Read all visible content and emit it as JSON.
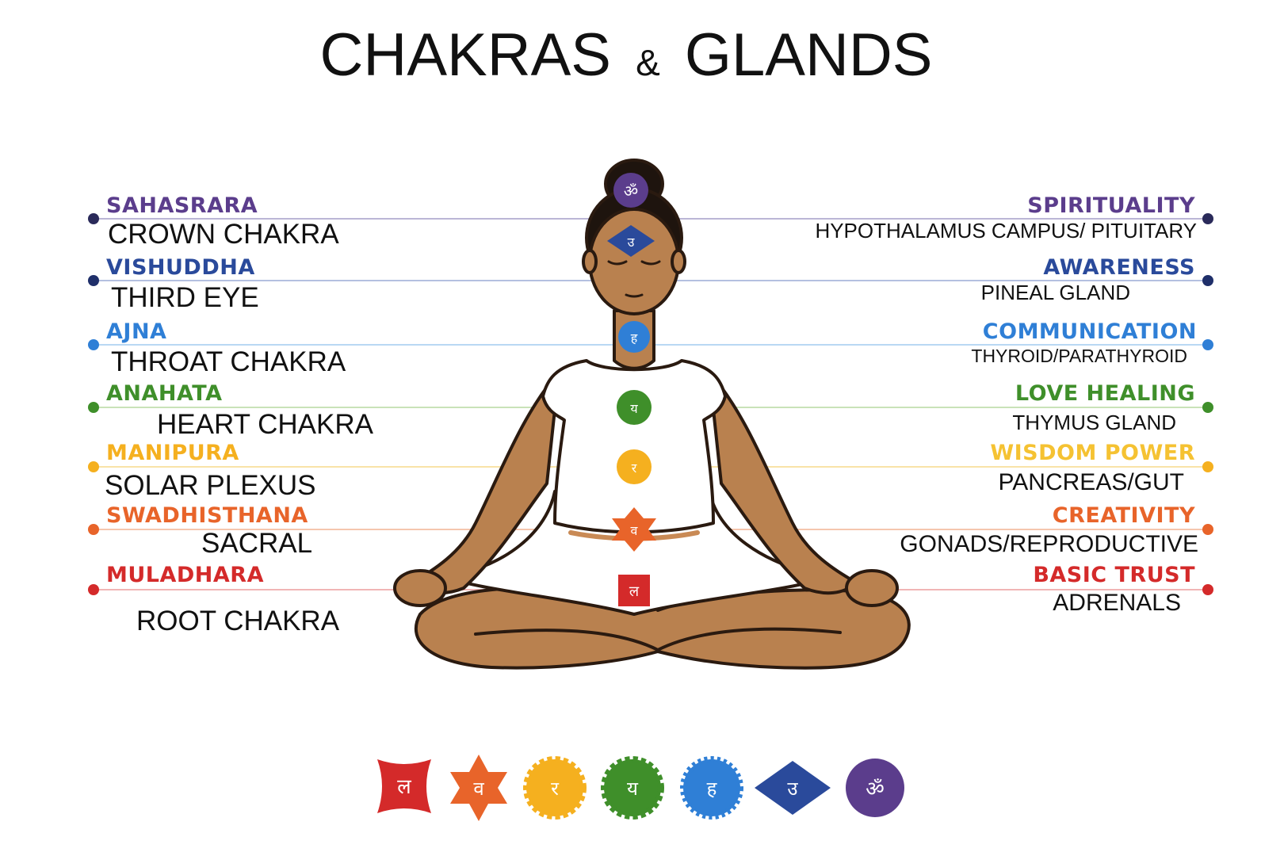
{
  "title": {
    "main_left": "CHAKRAS",
    "amp": "&",
    "main_right": "GLANDS"
  },
  "colors": {
    "crown": "#5b3d8c",
    "third_eye": "#2a4a9b",
    "throat": "#2f7fd6",
    "heart": "#3f8f2a",
    "solar": "#f5b01f",
    "sacral": "#e8642a",
    "root": "#d42a2a",
    "skin": "#b9814f",
    "outline": "#2a1a10"
  },
  "chakras": [
    {
      "sanskrit": "SAHASRARA",
      "english": "CROWN CHAKRA",
      "quality": "SPIRITUALITY",
      "gland": "HYPOTHALAMUS CAMPUS/ PITUITARY",
      "color": "#5b3d8c",
      "line": "#8a86b5",
      "icon": "om-circle-icon",
      "glyph": "ॐ"
    },
    {
      "sanskrit": "VISHUDDHA",
      "english": "THIRD EYE",
      "quality": "AWARENESS",
      "gland": "PINEAL GLAND",
      "color": "#2a4a9b",
      "line": "#8e9fcc",
      "icon": "diamond-icon",
      "glyph": "उ"
    },
    {
      "sanskrit": "AJNA",
      "english": "THROAT CHAKRA",
      "quality": "COMMUNICATION",
      "gland": "THYROID/PARATHYROID",
      "color": "#2f7fd6",
      "line": "#8ec0ec",
      "icon": "throat-lotus-icon",
      "glyph": "ह"
    },
    {
      "sanskrit": "ANAHATA",
      "english": "HEART CHAKRA",
      "quality": "LOVE HEALING",
      "gland": "THYMUS GLAND",
      "color": "#3f8f2a",
      "line": "#a7d08f",
      "icon": "heart-lotus-icon",
      "glyph": "य"
    },
    {
      "sanskrit": "MANIPURA",
      "english": "SOLAR PLEXUS",
      "quality": "WISDOM POWER",
      "gland": "PANCREAS/GUT",
      "color": "#f5b01f",
      "line": "#f7d67f",
      "icon": "solar-lotus-icon",
      "glyph": "र"
    },
    {
      "sanskrit": "SWADHISTHANA",
      "english": "SACRAL",
      "quality": "CREATIVITY",
      "gland": "GONADS/REPRODUCTIVE",
      "color": "#e8642a",
      "line": "#f2ab8a",
      "icon": "sacral-star-icon",
      "glyph": "व"
    },
    {
      "sanskrit": "MULADHARA",
      "english": "ROOT CHAKRA",
      "quality": "BASIC TRUST",
      "gland": "ADRENALS",
      "color": "#d42a2a",
      "line": "#ec9a9a",
      "icon": "root-square-icon",
      "glyph": "ल"
    }
  ]
}
